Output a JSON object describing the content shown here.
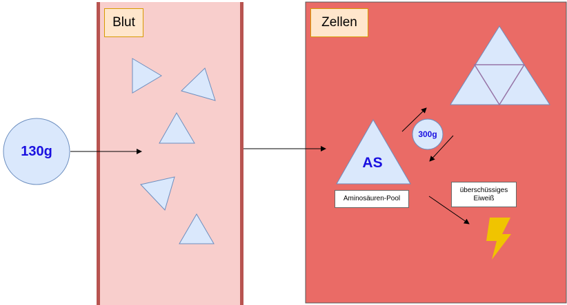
{
  "blood": {
    "label": "Blut"
  },
  "cells": {
    "label": "Zellen"
  },
  "intake": {
    "amount": "130g"
  },
  "pool": {
    "abbrev": "AS",
    "label": "Aminosäuren-Pool",
    "amount": "300g"
  },
  "excess": {
    "label_line1": "überschüssiges",
    "label_line2": "Eiweiß"
  },
  "icons": {
    "energy": "lightning-bolt-icon"
  },
  "colors": {
    "blood_fill": "#f8cecc",
    "blood_wall": "#b85450",
    "cells_fill": "#ea6b66",
    "shape_fill": "#dae8fc",
    "shape_stroke": "#6c8ebf",
    "text_blue": "#1a10e0",
    "bolt": "#f0c400"
  }
}
